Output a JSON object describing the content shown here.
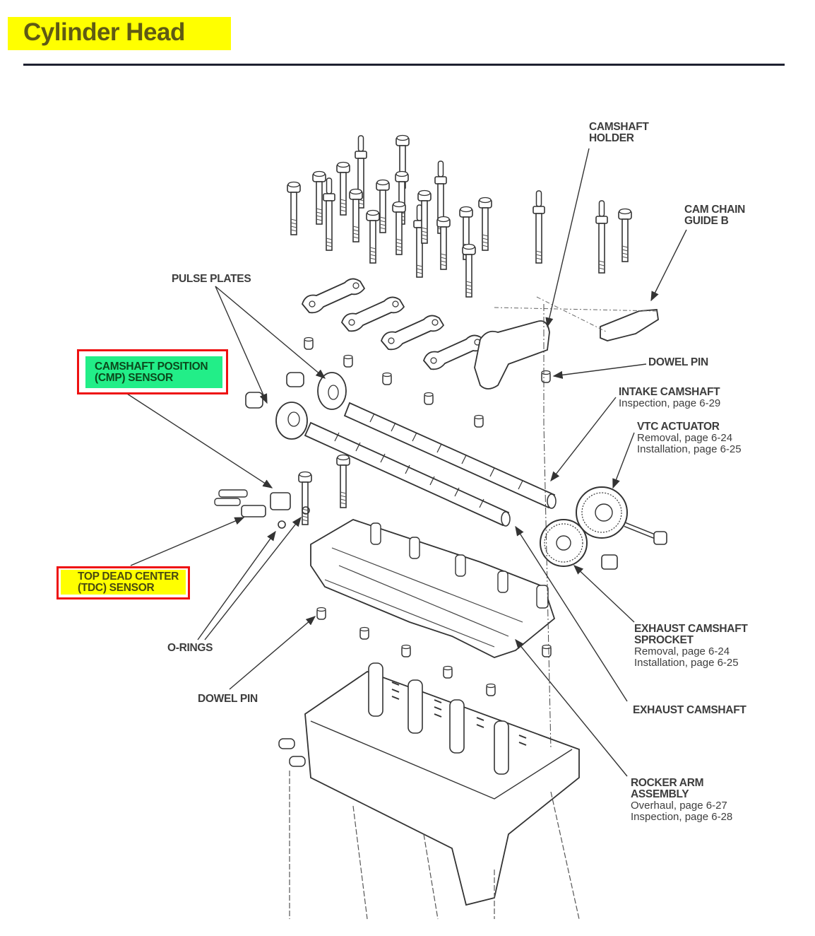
{
  "page": {
    "title": "Cylinder Head",
    "title_bg": "#ffff00",
    "title_color": "#5f5a14"
  },
  "labels": {
    "camshaft_holder": {
      "line1": "CAMSHAFT",
      "line2": "HOLDER"
    },
    "cam_chain_guide_b": {
      "line1": "CAM CHAIN",
      "line2": "GUIDE B"
    },
    "pulse_plates": {
      "line1": "PULSE PLATES"
    },
    "dowel_pin_upper": {
      "line1": "DOWEL PIN"
    },
    "intake_camshaft": {
      "line1": "INTAKE CAMSHAFT",
      "sub1": "Inspection, page 6-29"
    },
    "vtc_actuator": {
      "line1": "VTC ACTUATOR",
      "sub1": "Removal, page 6-24",
      "sub2": "Installation, page 6-25"
    },
    "exhaust_camshaft_sprocket": {
      "line1": "EXHAUST CAMSHAFT",
      "line2": "SPROCKET",
      "sub1": "Removal, page 6-24",
      "sub2": "Installation, page 6-25"
    },
    "exhaust_camshaft": {
      "line1": "EXHAUST CAMSHAFT"
    },
    "rocker_arm_assembly": {
      "line1": "ROCKER ARM",
      "line2": "ASSEMBLY",
      "sub1": "Overhaul, page 6-27",
      "sub2": "Inspection, page 6-28"
    },
    "o_rings": {
      "line1": "O-RINGS"
    },
    "dowel_pin_lower": {
      "line1": "DOWEL PIN"
    }
  },
  "highlights": {
    "cmp_sensor": {
      "line1": "CAMSHAFT POSITION",
      "line2": "(CMP) SENSOR",
      "fill": "#22ee88",
      "text_color": "#0b4a1c",
      "border": "#ee1111"
    },
    "tdc_sensor": {
      "line1": "TOP DEAD CENTER",
      "line2": "(TDC) SENSOR",
      "fill": "#ffff00",
      "text_color": "#4a4a10",
      "border": "#ee1111"
    }
  }
}
